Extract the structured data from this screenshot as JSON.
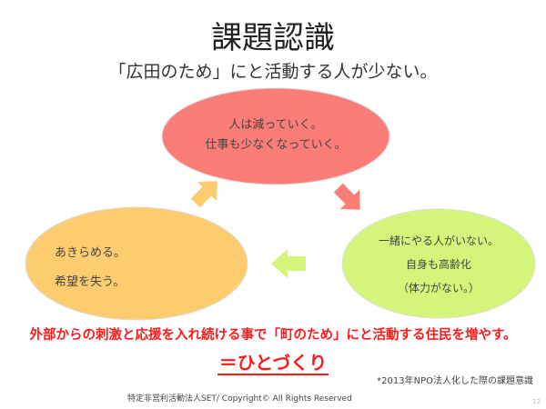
{
  "title": "課題認識",
  "subtitle": "「広田のため」にと活動する人が少ない。",
  "cycle": {
    "top": {
      "lines": [
        "人は減っていく。",
        "仕事も少なくなっていく。"
      ],
      "color": "#fa7d78"
    },
    "right": {
      "lines": [
        "一緒にやる人がいない。",
        "自身も高齢化",
        "（体力がない。）"
      ],
      "color": "#d4f57a"
    },
    "left": {
      "lines": [
        "あきらめる。",
        "希望を失う。"
      ],
      "color": "#fccc6f"
    },
    "arrows": {
      "top_to_right": "#fa7d78",
      "right_to_left": "#d4f57a",
      "left_to_top": "#fccc6f"
    }
  },
  "message": "外部からの刺激と応援を入れ続ける事で「町のため」にと活動する住民を増やす。",
  "conclusion": "＝ひとづくり",
  "footnote": "*2013年NPO法人化した際の課題意識",
  "copyright": "特定非営利活動法人SET/ Copyright© All Rights Reserved",
  "page_number": "12"
}
